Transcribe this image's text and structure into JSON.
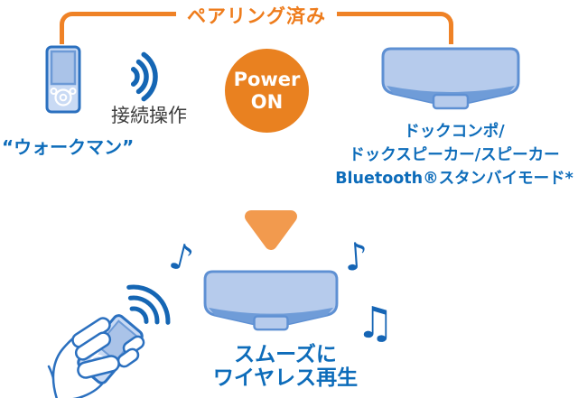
{
  "pairing": {
    "label": "ペアリング済み"
  },
  "walkman": {
    "label": "“ウォークマン”"
  },
  "connection": {
    "label": "接続操作"
  },
  "power": {
    "line1": "Power",
    "line2": "ON"
  },
  "dock": {
    "line1": "ドックコンポ/",
    "line2": "ドックスピーカー/スピーカー",
    "line3": "Bluetooth®スタンバイモード*"
  },
  "playback": {
    "line1": "スムーズに",
    "line2": "ワイヤレス再生"
  },
  "notes": {
    "single": "♪",
    "double": "♫"
  },
  "colors": {
    "orange": "#e98120",
    "orange_bracket": "#ef8226",
    "orange_arrow": "#f29a4e",
    "blue_text": "#0d6cba",
    "blue_line": "#2b70bf",
    "blue_wave": "#1566b4",
    "device_fill": "#c9daf4",
    "screen_fill": "#aac3e8",
    "speaker_fill": "#b6cbec",
    "speaker_stroke": "#5e90d3",
    "speaker_chin": "#6f9cd8",
    "dark_text": "#3c3c3c"
  }
}
